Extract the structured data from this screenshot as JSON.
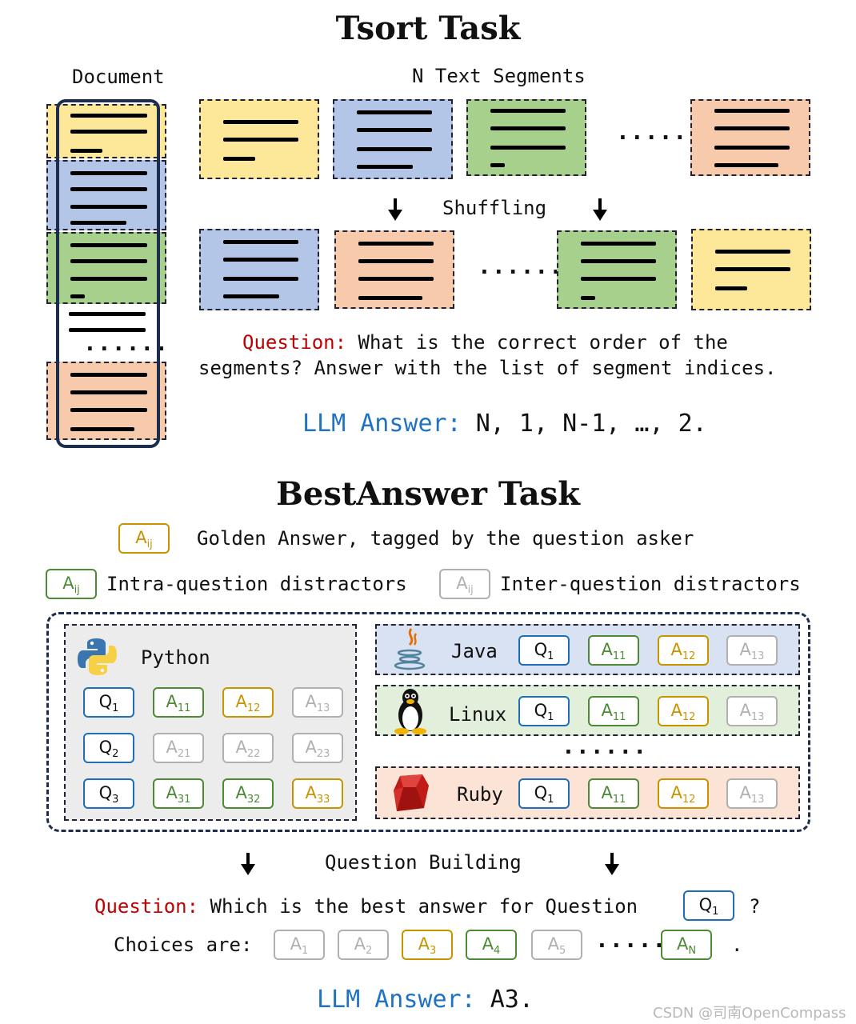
{
  "tsort": {
    "title": "Tsort Task",
    "document_label": "Document",
    "segments_label": "N Text Segments",
    "shuffling_label": "Shuffling",
    "ellipsis": "......",
    "question_prefix": "Question:",
    "question_line1": "What is the correct order of the",
    "question_line2": "segments? Answer with the list of segment indices.",
    "answer_prefix": "LLM Answer:",
    "answer_text": "N, 1, N-1, …, 2."
  },
  "bestanswer": {
    "title": "BestAnswer Task",
    "legend_golden": "Golden Answer, tagged by the question asker",
    "legend_intra": "Intra-question distractors",
    "legend_inter": "Inter-question distractors",
    "legend_tag_base": "A",
    "legend_tag_sub": "ij",
    "python_label": "Python",
    "java_label": "Java",
    "linux_label": "Linux",
    "ruby_label": "Ruby",
    "building_label": "Question Building",
    "question_prefix": "Question:",
    "question_text": "Which is the best answer for Question",
    "question_end": "?",
    "choices_label": "Choices are:",
    "choices_end": ".",
    "answer_prefix": "LLM Answer:",
    "answer_text": "A3.",
    "watermark": "CSDN @司南OpenCompass"
  },
  "colors": {
    "golden": "#c79400",
    "intra": "#4c8a35",
    "inter": "#b0b0b0",
    "question": "#1f6fb8",
    "question_label": "#c00000",
    "answer_label": "#1f72c4"
  }
}
